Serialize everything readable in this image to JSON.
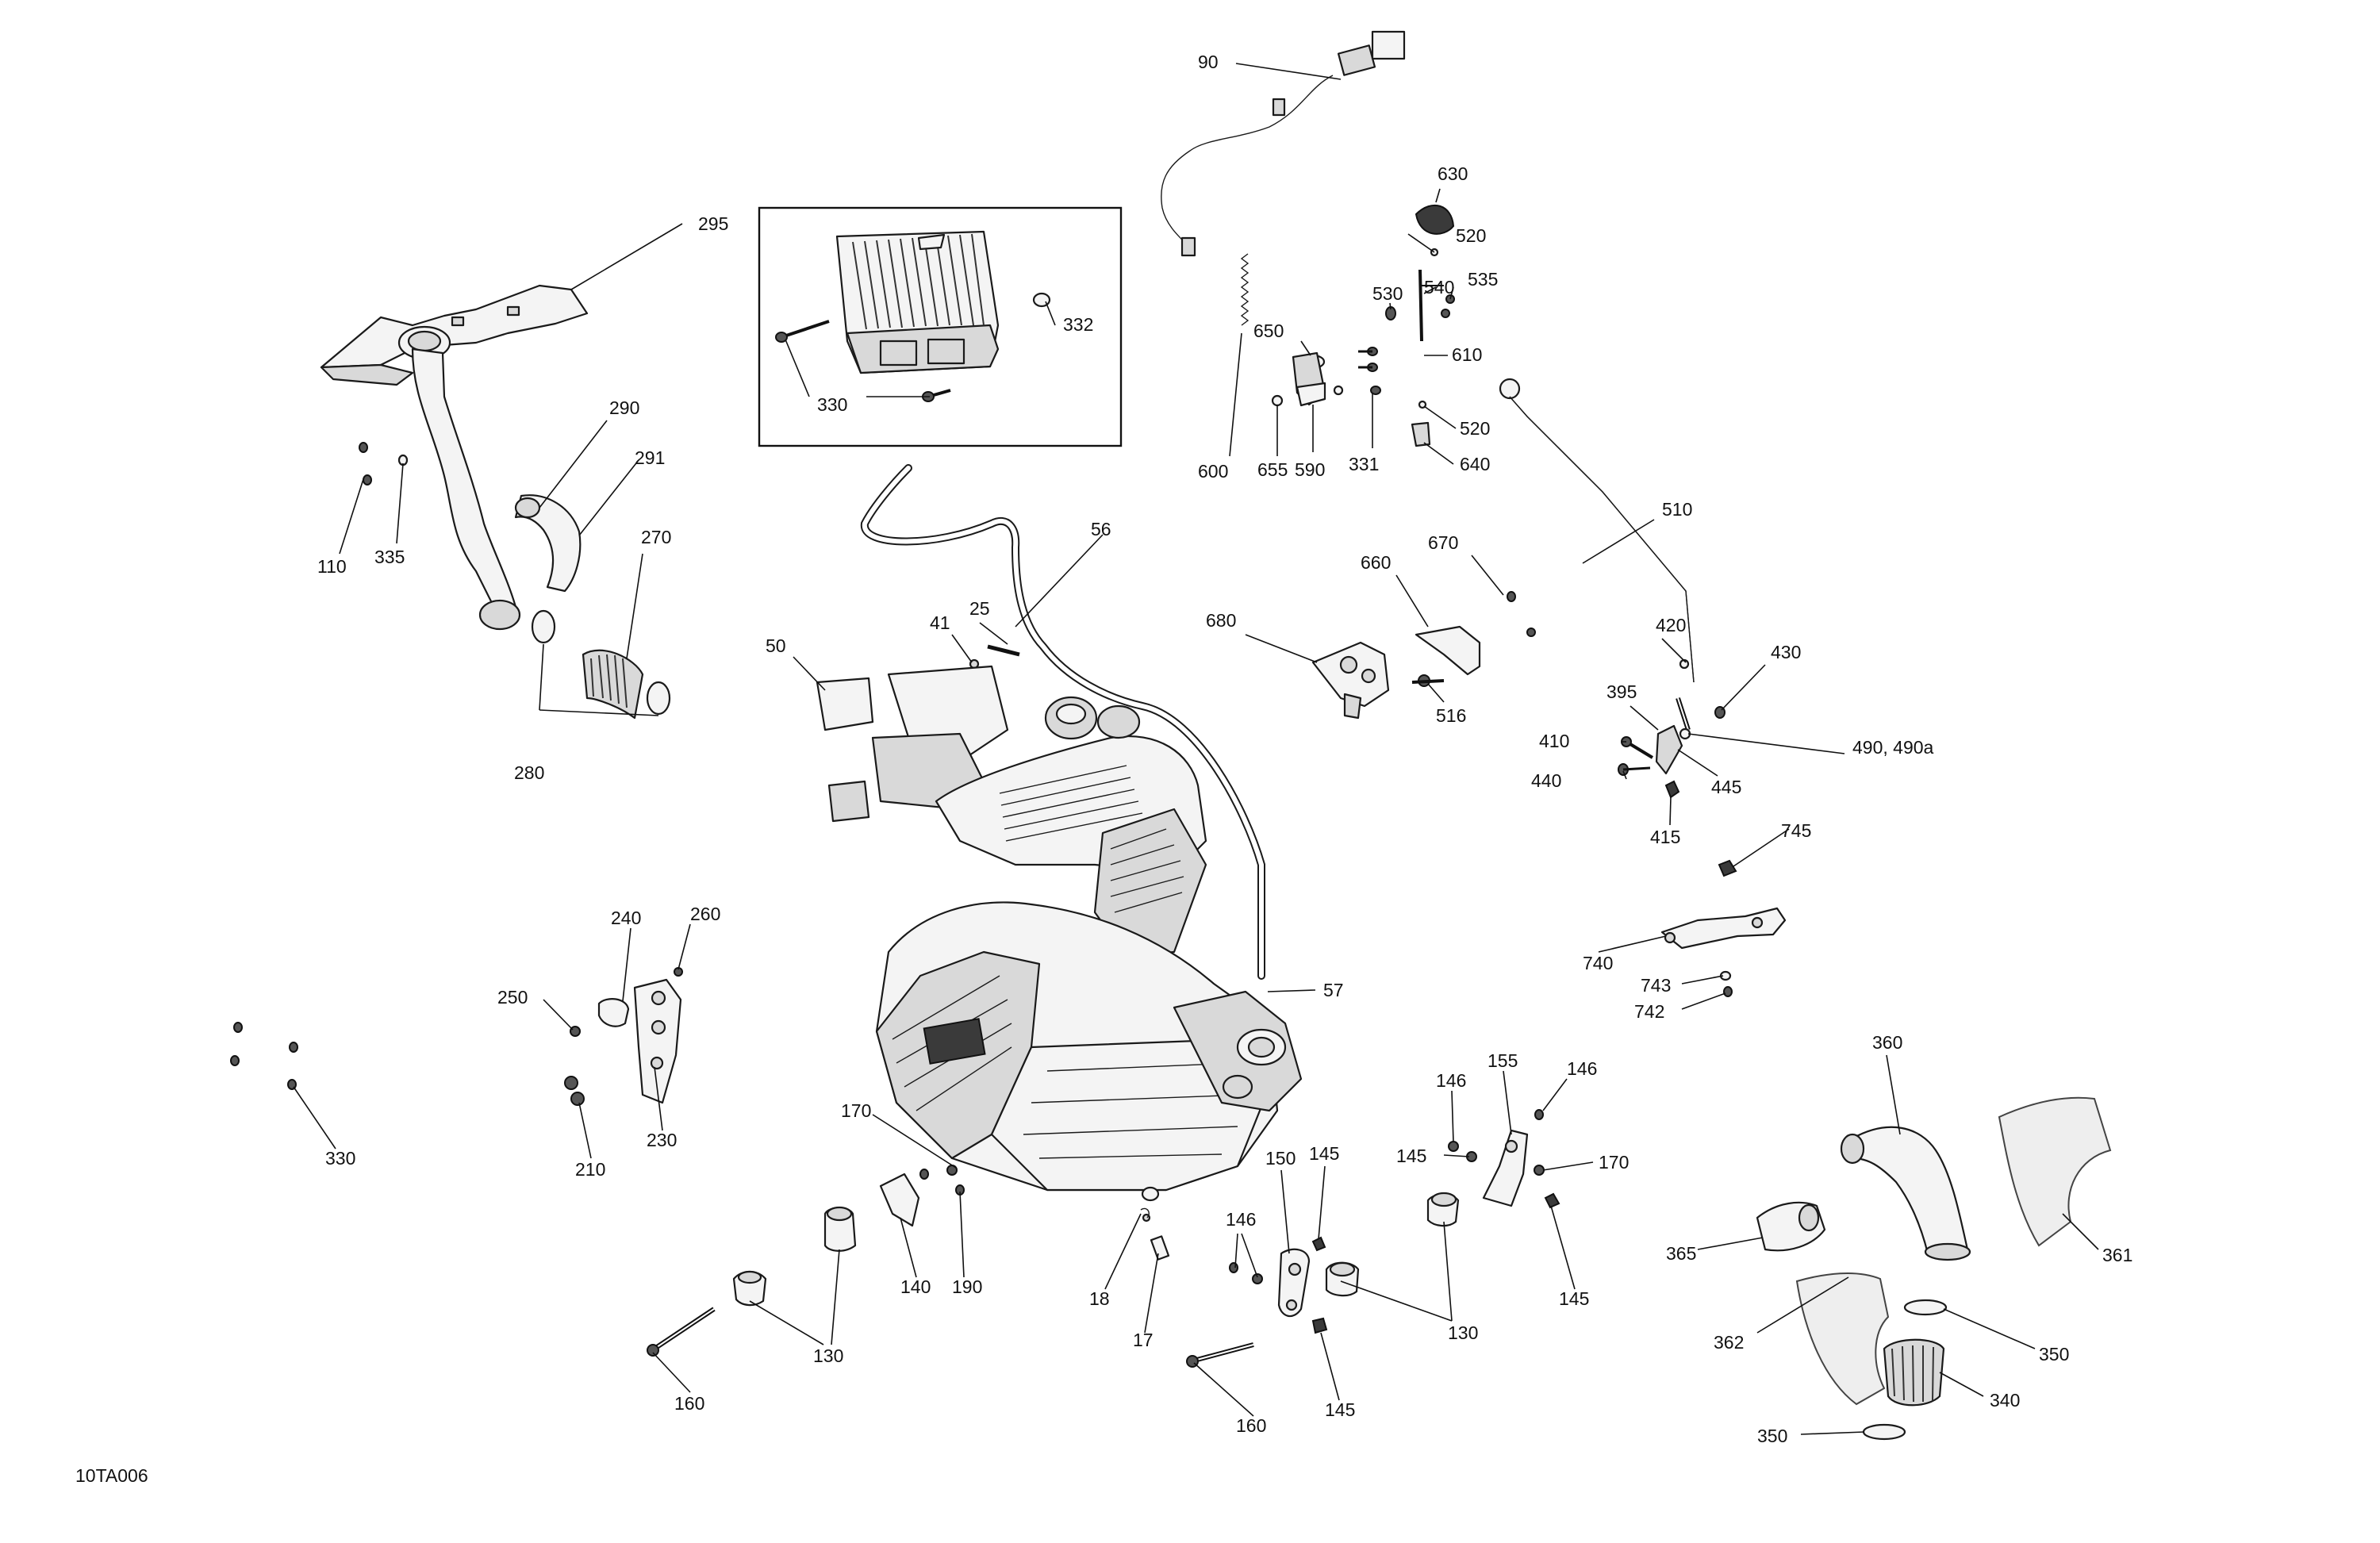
{
  "diagram_code": "10TA006",
  "labels": [
    {
      "id": "90",
      "text": "90"
    },
    {
      "id": "295",
      "text": "295"
    },
    {
      "id": "332",
      "text": "332"
    },
    {
      "id": "330a",
      "text": "330"
    },
    {
      "id": "630",
      "text": "630"
    },
    {
      "id": "520a",
      "text": "520"
    },
    {
      "id": "540",
      "text": "540"
    },
    {
      "id": "535",
      "text": "535"
    },
    {
      "id": "530",
      "text": "530"
    },
    {
      "id": "650",
      "text": "650"
    },
    {
      "id": "610",
      "text": "610"
    },
    {
      "id": "520b",
      "text": "520"
    },
    {
      "id": "600",
      "text": "600"
    },
    {
      "id": "655",
      "text": "655"
    },
    {
      "id": "590",
      "text": "590"
    },
    {
      "id": "331",
      "text": "331"
    },
    {
      "id": "640",
      "text": "640"
    },
    {
      "id": "290",
      "text": "290"
    },
    {
      "id": "291",
      "text": "291"
    },
    {
      "id": "110",
      "text": "110"
    },
    {
      "id": "335",
      "text": "335"
    },
    {
      "id": "270",
      "text": "270"
    },
    {
      "id": "56",
      "text": "56"
    },
    {
      "id": "510",
      "text": "510"
    },
    {
      "id": "670",
      "text": "670"
    },
    {
      "id": "660",
      "text": "660"
    },
    {
      "id": "25",
      "text": "25"
    },
    {
      "id": "41",
      "text": "41"
    },
    {
      "id": "680",
      "text": "680"
    },
    {
      "id": "420",
      "text": "420"
    },
    {
      "id": "430",
      "text": "430"
    },
    {
      "id": "50",
      "text": "50"
    },
    {
      "id": "516",
      "text": "516"
    },
    {
      "id": "395",
      "text": "395"
    },
    {
      "id": "410",
      "text": "410"
    },
    {
      "id": "490",
      "text": "490, 490a"
    },
    {
      "id": "440",
      "text": "440"
    },
    {
      "id": "445",
      "text": "445"
    },
    {
      "id": "280",
      "text": "280"
    },
    {
      "id": "415",
      "text": "415"
    },
    {
      "id": "745",
      "text": "745"
    },
    {
      "id": "240",
      "text": "240"
    },
    {
      "id": "260",
      "text": "260"
    },
    {
      "id": "740",
      "text": "740"
    },
    {
      "id": "250",
      "text": "250"
    },
    {
      "id": "57",
      "text": "57"
    },
    {
      "id": "743",
      "text": "743"
    },
    {
      "id": "742",
      "text": "742"
    },
    {
      "id": "360",
      "text": "360"
    },
    {
      "id": "155",
      "text": "155"
    },
    {
      "id": "146a",
      "text": "146"
    },
    {
      "id": "146b",
      "text": "146"
    },
    {
      "id": "230",
      "text": "230"
    },
    {
      "id": "330b",
      "text": "330"
    },
    {
      "id": "170a",
      "text": "170"
    },
    {
      "id": "210",
      "text": "210"
    },
    {
      "id": "145a",
      "text": "145"
    },
    {
      "id": "150",
      "text": "150"
    },
    {
      "id": "145b",
      "text": "145"
    },
    {
      "id": "170b",
      "text": "170"
    },
    {
      "id": "146c",
      "text": "146"
    },
    {
      "id": "140",
      "text": "140"
    },
    {
      "id": "190",
      "text": "190"
    },
    {
      "id": "18",
      "text": "18"
    },
    {
      "id": "145c",
      "text": "145"
    },
    {
      "id": "365",
      "text": "365"
    },
    {
      "id": "361",
      "text": "361"
    },
    {
      "id": "17",
      "text": "17"
    },
    {
      "id": "130a",
      "text": "130"
    },
    {
      "id": "130b",
      "text": "130"
    },
    {
      "id": "362",
      "text": "362"
    },
    {
      "id": "350a",
      "text": "350"
    },
    {
      "id": "340",
      "text": "340"
    },
    {
      "id": "160a",
      "text": "160"
    },
    {
      "id": "145d",
      "text": "145"
    },
    {
      "id": "160b",
      "text": "160"
    },
    {
      "id": "350b",
      "text": "350"
    }
  ]
}
